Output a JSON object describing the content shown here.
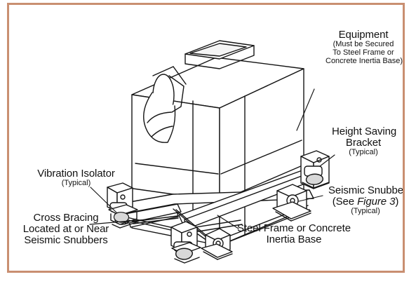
{
  "labels": {
    "equipment": {
      "title": "Equipment",
      "line1": "(Must be Secured",
      "line2": "To Steel Frame or",
      "line3": "Concrete Inertia Base)"
    },
    "height_saving_bracket": {
      "line1": "Height Saving",
      "line2": "Bracket",
      "note": "(Typical)"
    },
    "vibration_isolator": {
      "title": "Vibration Isolator",
      "note": "(Typical)"
    },
    "seismic_snubber": {
      "title": "Seismic Snubber",
      "see_prefix": "(See ",
      "figure": "Figure 3",
      "see_suffix": ")",
      "note": "(Typical)"
    },
    "cross_bracing": {
      "line1": "Cross Bracing",
      "line2": "Located at or Near",
      "line3": "Seismic Snubbers"
    },
    "steel_frame": {
      "line1": "Steel Frame or Concrete",
      "line2": "Inertia Base"
    }
  },
  "colors": {
    "frame_border": "#c98f71",
    "line": "#151515",
    "shade": "#d8d8d8"
  }
}
